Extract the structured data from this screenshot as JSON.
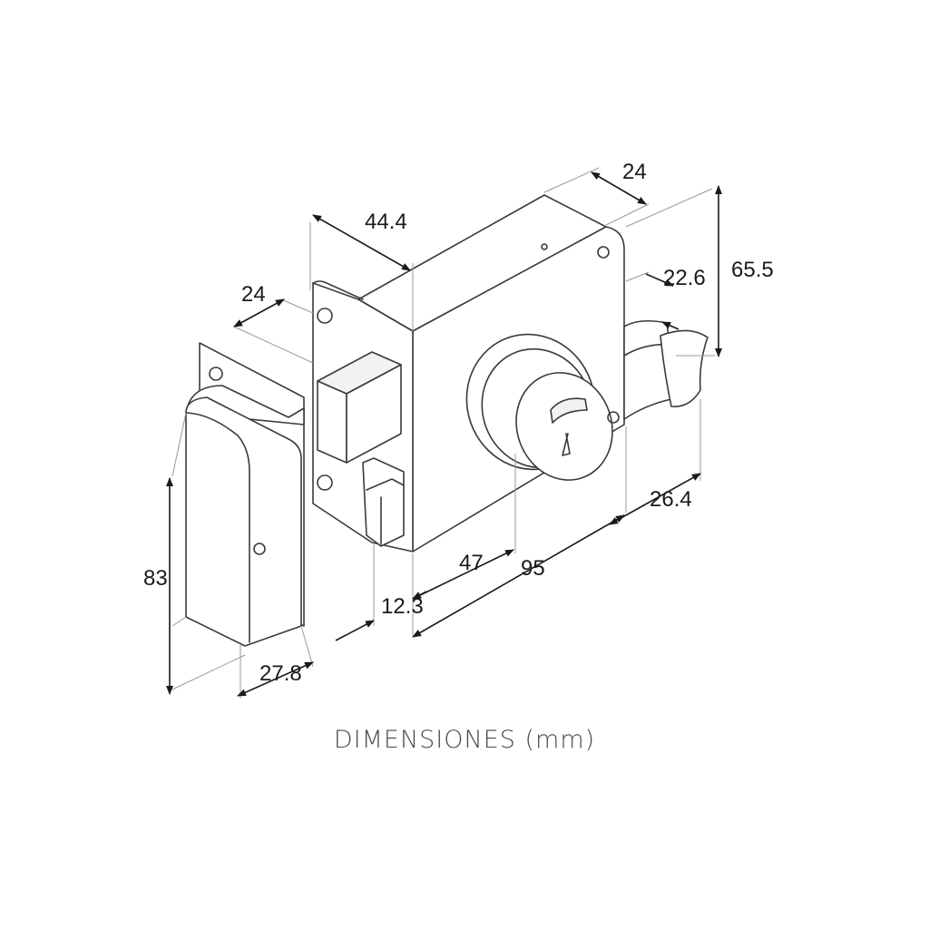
{
  "caption": "DIMENSIONES (mm)",
  "dimensions": {
    "case_depth_top": "24",
    "case_width_top": "44.4",
    "keeper_depth": "24",
    "case_height": "65.5",
    "knob_offset": "22.6",
    "knob_width": "26.4",
    "keeper_height": "83",
    "keeper_width": "27.8",
    "bolt_offset": "12.3",
    "cylinder_offset": "47",
    "case_length": "95"
  }
}
